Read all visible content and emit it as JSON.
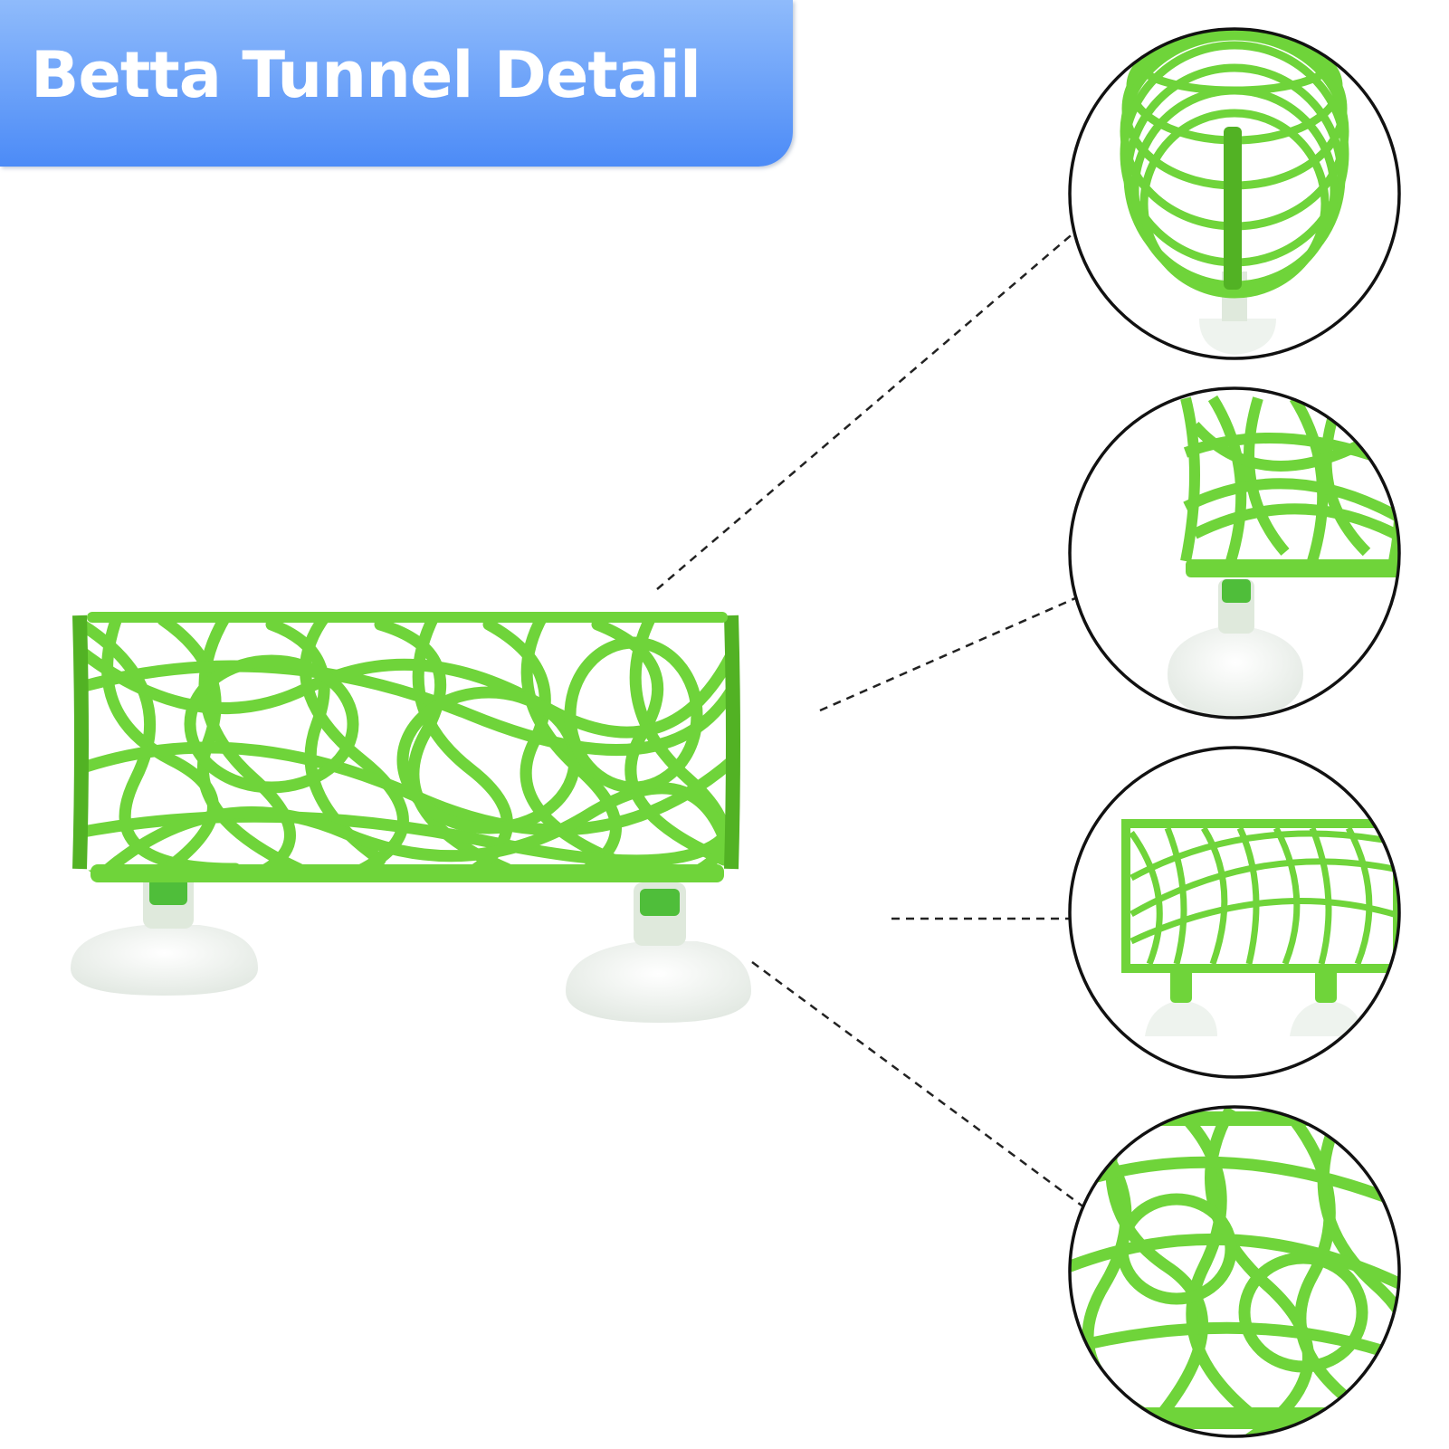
{
  "banner": {
    "title": "Betta Tunnel Detail",
    "gradient_top": "#8FBBFB",
    "gradient_bottom": "#4C8BF7"
  },
  "colors": {
    "tunnel_green": "#6FD43A",
    "tunnel_dark": "#52B224",
    "suction_cup": "#EEF3EE",
    "outline": "#111111",
    "connector": "#222222"
  },
  "detail_views": [
    {
      "name": "end-opening-view"
    },
    {
      "name": "side-base-view"
    },
    {
      "name": "flat-panel-view"
    },
    {
      "name": "mesh-closeup-view"
    }
  ]
}
